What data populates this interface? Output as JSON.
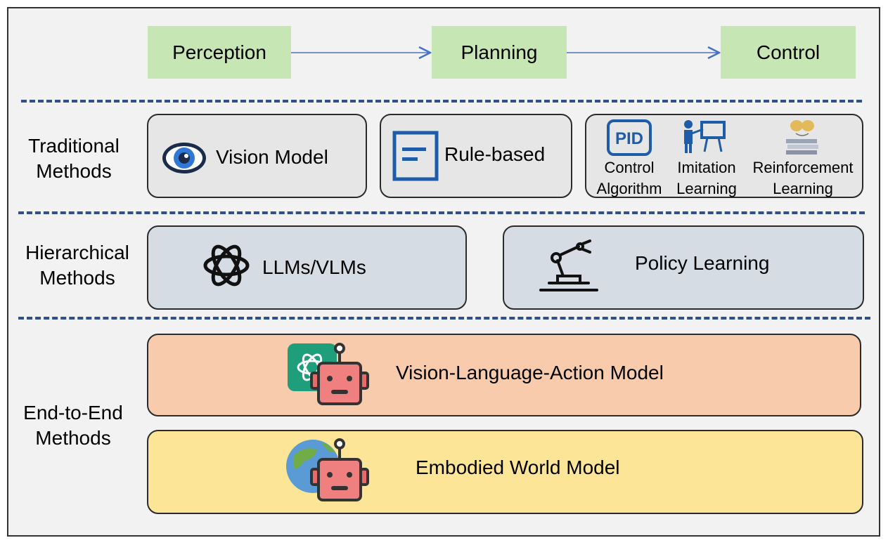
{
  "pipeline": {
    "stages": [
      "Perception",
      "Planning",
      "Control"
    ]
  },
  "rows": {
    "traditional": {
      "label_line1": "Traditional",
      "label_line2": "Methods",
      "vision": "Vision Model",
      "rule": "Rule-based",
      "pid_icon_text": "PID",
      "control_l1": "Control",
      "control_l2": "Algorithm",
      "imitation_l1": "Imitation",
      "imitation_l2": "Learning",
      "reinforce_l1": "Reinforcement",
      "reinforce_l2": "Learning"
    },
    "hierarchical": {
      "label_line1": "Hierarchical",
      "label_line2": "Methods",
      "llm": "LLMs/VLMs",
      "policy": "Policy Learning"
    },
    "end_to_end": {
      "label_line1": "End-to-End",
      "label_line2": "Methods",
      "vla": "Vision-Language-Action Model",
      "world": "Embodied World Model"
    }
  },
  "colors": {
    "stage_fill": "#c6e6b3",
    "arrow": "#4472c4",
    "dash": "#2f4f8f",
    "traditional_fill": "#e6e6e6",
    "hierarchical_fill": "#d6dce4",
    "vla_fill": "#f8cbad",
    "world_fill": "#fde598"
  },
  "icons": [
    "eye-icon",
    "document-icon",
    "pid-icon",
    "teacher-board-icon",
    "brain-books-icon",
    "openai-icon",
    "robot-arm-icon",
    "robot-head-icon",
    "globe-icon"
  ]
}
